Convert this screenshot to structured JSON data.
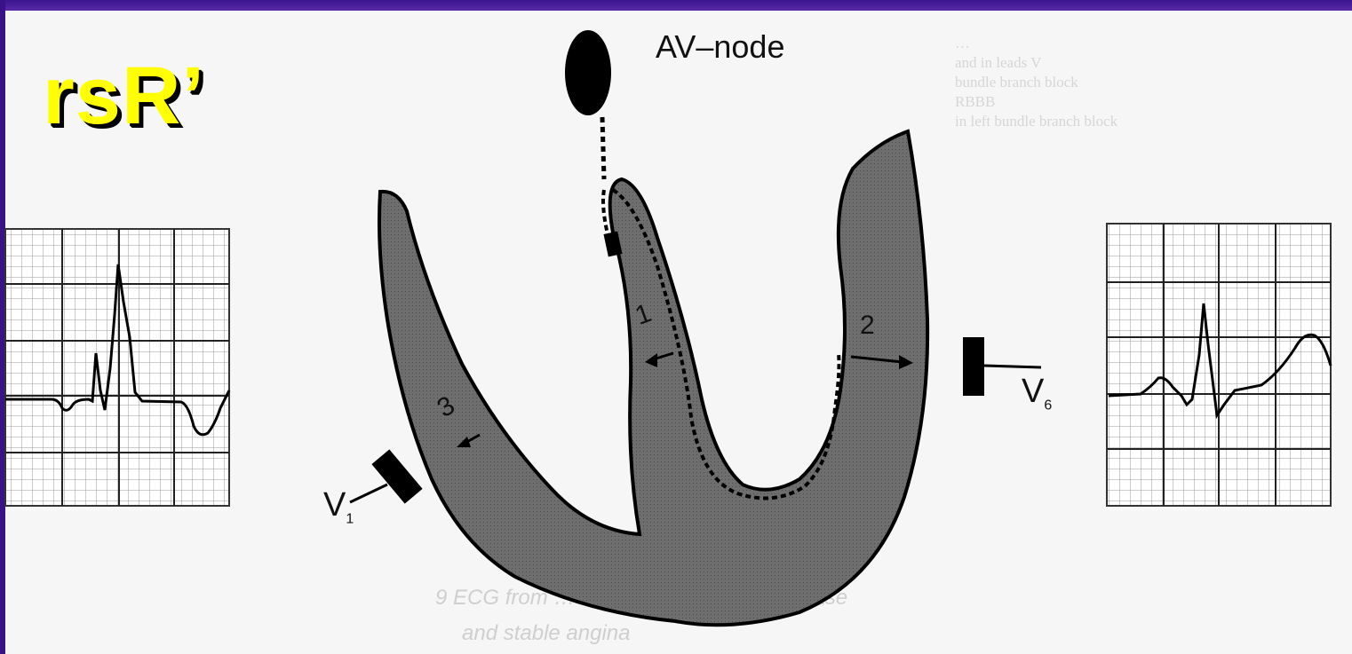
{
  "slide": {
    "title": "rsR’"
  },
  "labels": {
    "av_node": "AV–node",
    "step_1": "1",
    "step_2": "2",
    "step_3": "3",
    "lead_left": "V",
    "lead_left_sub": "1",
    "lead_right": "V",
    "lead_right_sub": "6"
  },
  "background": {
    "ghost_caption": "9  ECG from …  with coronary artery disease",
    "ghost_caption_2": "and stable angina",
    "ghost_right_text": "…\nand in leads V\nbundle branch block\nRBBB\nin left bundle branch block"
  },
  "colors": {
    "frame": "#4a1a8c",
    "title_fill": "#ffff00",
    "heart_fill": "#6e6e6e",
    "outline": "#000000"
  }
}
